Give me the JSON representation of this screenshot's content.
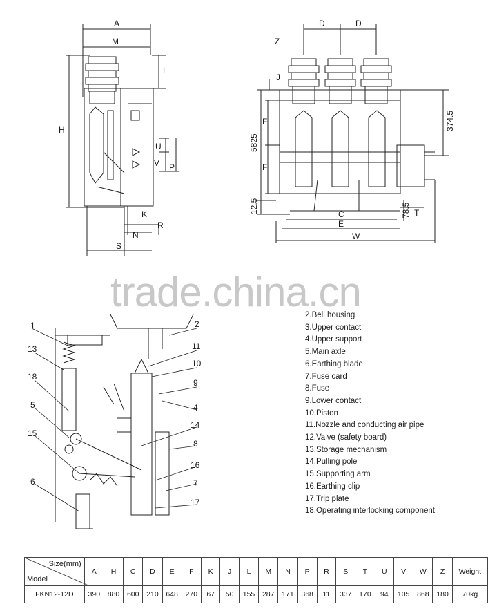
{
  "side_view": {
    "labels": [
      "A",
      "M",
      "L",
      "H",
      "U",
      "V",
      "P",
      "K",
      "R",
      "N",
      "S"
    ]
  },
  "front_view": {
    "labels": [
      "D",
      "D",
      "Z",
      "J",
      "F",
      "F",
      "5825",
      "374.5",
      "12.5",
      "78.5",
      "T",
      "C",
      "E",
      "W"
    ]
  },
  "watermark": "trade.china.cn",
  "callout_numbers": [
    "1",
    "2",
    "13",
    "11",
    "10",
    "18",
    "9",
    "5",
    "4",
    "14",
    "15",
    "8",
    "16",
    "6",
    "7",
    "17"
  ],
  "parts": [
    "2.Bell housing",
    "3.Upper contact",
    "4.Upper support",
    "5.Main axle",
    "6.Earthing blade",
    "7.Fuse card",
    "8.Fuse",
    "9.Lower contact",
    "10.Piston",
    "11.Nozzle and conducting air pipe",
    "12.Valve (safety board)",
    "13.Storage mechanism",
    "14.Pulling pole",
    "15.Supporting arm",
    "16.Earthing clip",
    "17.Trip plate",
    "18.Operating interlocking component"
  ],
  "spec_table": {
    "size_header": "Size(mm)",
    "model_header": "Model",
    "columns": [
      "A",
      "H",
      "C",
      "D",
      "E",
      "F",
      "K",
      "J",
      "L",
      "M",
      "N",
      "P",
      "R",
      "S",
      "T",
      "U",
      "V",
      "W",
      "Z",
      "Weight"
    ],
    "rows": [
      {
        "model": "FKN12-12D",
        "values": [
          "390",
          "880",
          "600",
          "210",
          "648",
          "270",
          "67",
          "50",
          "155",
          "287",
          "171",
          "368",
          "11",
          "337",
          "170",
          "94",
          "105",
          "868",
          "180",
          "70kg"
        ]
      }
    ]
  }
}
